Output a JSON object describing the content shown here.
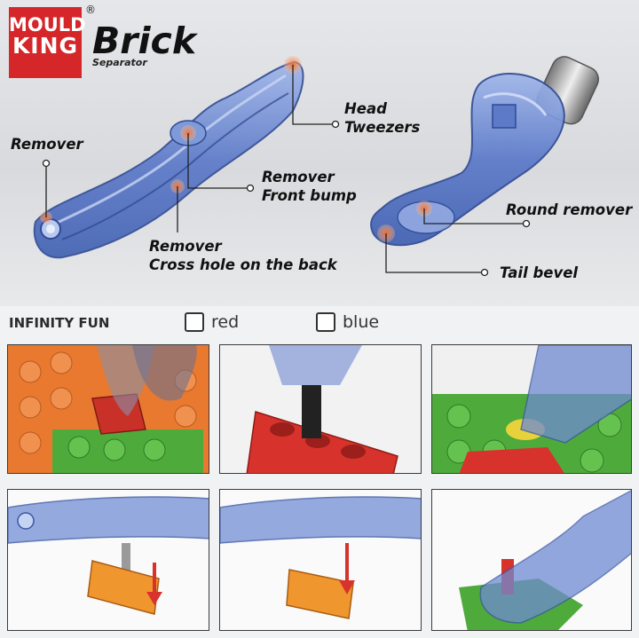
{
  "logo": {
    "line1": "MOULD",
    "line2": "KING",
    "registered": "®"
  },
  "product": {
    "name": "Brick",
    "subtitle": "Separator"
  },
  "callouts": {
    "remover": "Remover",
    "head_line1": "Head",
    "head_line2": "Tweezers",
    "front_line1": "Remover",
    "front_line2": "Front bump",
    "cross_line1": "Remover",
    "cross_line2": "Cross hole on the back",
    "round": "Round remover",
    "tail": "Tail bevel"
  },
  "section": {
    "title": "INFINITY FUN",
    "options": [
      {
        "label": "red",
        "checked": false
      },
      {
        "label": "blue",
        "checked": false
      }
    ]
  },
  "colors": {
    "brand_red": "#d5262a",
    "tool_blue": "#5b79c9",
    "brick_orange": "#e8792f",
    "brick_green": "#4faa3c",
    "brick_red": "#d8322c",
    "marker_orange": "#f08a4b"
  }
}
